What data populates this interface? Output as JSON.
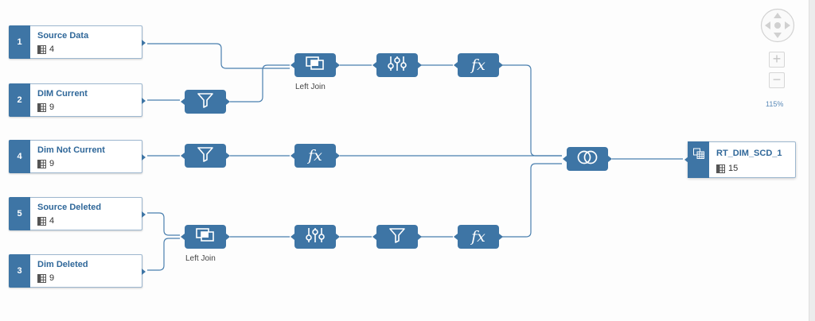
{
  "sources": [
    {
      "id": "1",
      "name": "Source Data",
      "count": "4"
    },
    {
      "id": "2",
      "name": "DIM Current",
      "count": "9"
    },
    {
      "id": "4",
      "name": "Dim Not Current",
      "count": "9"
    },
    {
      "id": "5",
      "name": "Source Deleted",
      "count": "4"
    },
    {
      "id": "3",
      "name": "Dim Deleted",
      "count": "9"
    }
  ],
  "operators": {
    "join_top_label": "Left Join",
    "join_bottom_label": "Left Join",
    "fx_symbol": "fx"
  },
  "target": {
    "name": "RT_DIM_SCD_1",
    "count": "15"
  },
  "zoom": {
    "level": "115%",
    "plus": "+",
    "minus": "−"
  },
  "icons": {
    "join": "join-icon",
    "projection": "projection-icon",
    "filter": "filter-icon",
    "calculation": "calculation-icon",
    "union": "union-icon",
    "table": "table-icon",
    "target": "target-table-icon",
    "navigator": "pan-navigator-icon"
  },
  "colors": {
    "node": "#3e75a5",
    "title": "#2f6799",
    "wire": "#4a7fae"
  }
}
